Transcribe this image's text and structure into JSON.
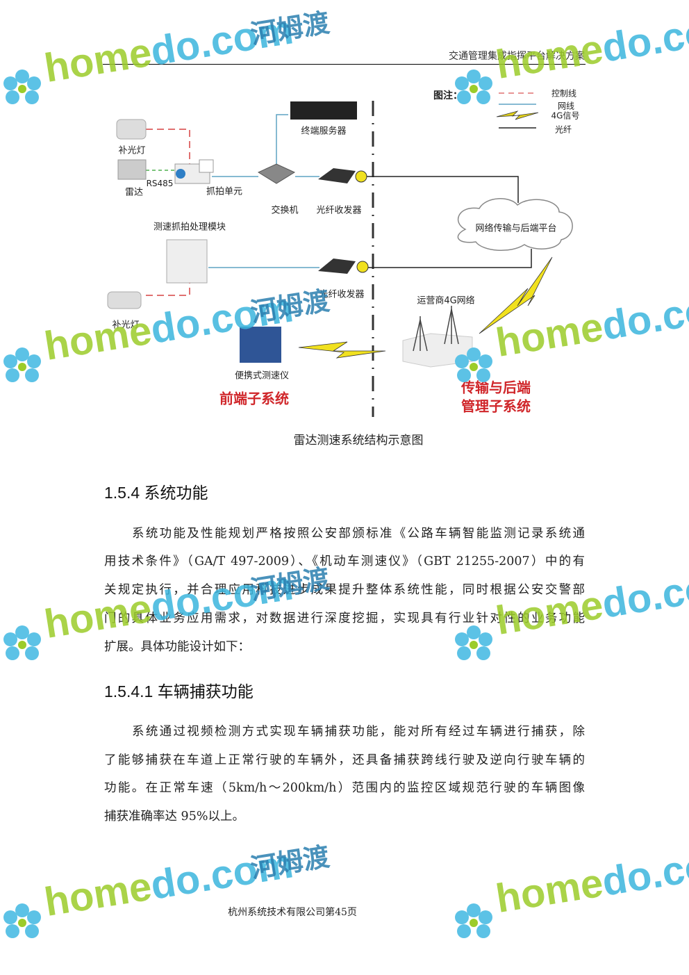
{
  "header": {
    "title": "交通管理集成指挥平台解决方案"
  },
  "diagram": {
    "legend": {
      "title": "图注：",
      "items": [
        {
          "label": "控制线",
          "style": "red-dashed",
          "color": "#d9534f"
        },
        {
          "label": "网线",
          "style": "blue-solid",
          "color": "#5fa3c4"
        },
        {
          "label": "4G信号",
          "style": "lightning",
          "color": "#e3d21c"
        },
        {
          "label": "光纤",
          "style": "black-solid",
          "color": "#222222"
        }
      ]
    },
    "labels": {
      "fill_light_1": "补光灯",
      "radar": "雷达",
      "rs485": "RS485",
      "capture_unit": "抓拍单元",
      "terminal_server": "终端服务器",
      "switch": "交换机",
      "fiber_transceiver_1": "光纤收发器",
      "speed_module": "测速抓拍处理模块",
      "network_platform": "网络传输与后端平台",
      "fiber_transceiver_2": "光纤收发器",
      "operator_4g": "运营商4G网络",
      "fill_light_2": "补光灯",
      "portable_speed": "便携式测速仪",
      "front_subsystem": "前端子系统",
      "back_subsystem_1": "传输与后端",
      "back_subsystem_2": "管理子系统"
    },
    "caption": "雷达测速系统结构示意图"
  },
  "section1": {
    "heading": "1.5.4 系统功能",
    "lines": [
      "系统功能及性能规划严格按照公安部颁标准《公路车辆智能监测记录系统通",
      "用技术条件》（GA/T 497-2009）、《机动车测速仪》（GBT 21255-2007）中的有",
      "关规定执行，并合理应用科技进步成果提升整体系统性能，同时根据公安交警部",
      "门的具体业务应用需求，对数据进行深度挖掘，实现具有行业针对性的业务功能",
      "扩展。具体功能设计如下："
    ]
  },
  "section2": {
    "heading": "1.5.4.1 车辆捕获功能",
    "lines": [
      "系统通过视频检测方式实现车辆捕获功能，能对所有经过车辆进行捕获，除",
      "了能够捕获在车道上正常行驶的车辆外，还具备捕获跨线行驶及逆向行驶车辆的",
      "功能。在正常车速（5km/h～200km/h）范围内的监控区域规范行驶的车辆图像",
      "捕获准确率达 95%以上。"
    ]
  },
  "footer": {
    "text": "杭州系统技术有限公司第45页"
  },
  "watermark": {
    "latin_home": "home",
    "latin_do": "do.com",
    "chinese": "河姆渡"
  }
}
